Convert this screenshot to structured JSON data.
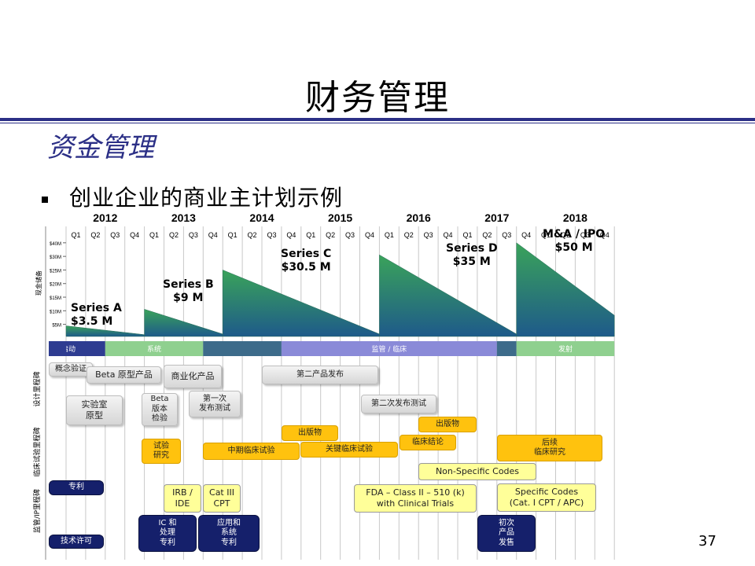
{
  "slide": {
    "title": "财务管理",
    "subtitle": "资金管理",
    "bullet": "创业企业的商业主计划示例",
    "page_number": "37"
  },
  "timeline": {
    "years": [
      "2012",
      "2013",
      "2014",
      "2015",
      "2016",
      "2017",
      "2018"
    ],
    "quarters": [
      "Q1",
      "Q2",
      "Q3",
      "Q4"
    ],
    "y_axis_label": "现金储备",
    "y_ticks": [
      "$5M",
      "$10M",
      "$15M",
      "$20M",
      "$25M",
      "$30M",
      "$40M"
    ]
  },
  "funding": [
    {
      "round": "Series A",
      "amount": "$3.5 M",
      "start_quarter": 0,
      "end_quarter": 4,
      "peak": 3.5
    },
    {
      "round": "Series B",
      "amount": "$9 M",
      "start_quarter": 4,
      "end_quarter": 8,
      "peak": 9
    },
    {
      "round": "Series C",
      "amount": "$30.5 M",
      "start_quarter": 8,
      "end_quarter": 16,
      "peak": 22
    },
    {
      "round": "Series D",
      "amount": "$35 M",
      "start_quarter": 16,
      "end_quarter": 23,
      "peak": 27
    },
    {
      "round": "M&A / IPO",
      "amount": "$50 M",
      "start_quarter": 23,
      "end_quarter": 28,
      "peak": 31
    }
  ],
  "phase_bar": [
    {
      "label": "启动",
      "start_quarter": 0,
      "end_quarter": 2,
      "color": "#2e3c91"
    },
    {
      "label": "系统",
      "start_quarter": 2,
      "end_quarter": 7,
      "color": "#8fd08f"
    },
    {
      "label": "",
      "start_quarter": 7,
      "end_quarter": 11,
      "color": "#3d6b8a"
    },
    {
      "label": "监管 / 临床",
      "start_quarter": 11,
      "end_quarter": 22,
      "color": "#8a8ad8"
    },
    {
      "label": "",
      "start_quarter": 22,
      "end_quarter": 23,
      "color": "#3d6b8a"
    },
    {
      "label": "发射",
      "start_quarter": 23,
      "end_quarter": 28,
      "color": "#8fd08f"
    }
  ],
  "row_labels": [
    "设计里程碑",
    "临床试验里程碑",
    "监管/IP里程碑"
  ],
  "milestones": {
    "concept": "概念验证",
    "beta_product": "Beta 原型产品",
    "commercial": "商业化产品",
    "second_launch": "第二产品发布",
    "lab_prototype": "实验室\n原型",
    "beta_check": "Beta\n版本\n检验",
    "first_release_test": "第一次\n发布测试",
    "second_release_test": "第二次发布测试",
    "publication_1": "出版物",
    "publication_2": "出版物",
    "trial_study": "试验\n研究",
    "mid_clinical": "中期临床试验",
    "key_clinical": "关键临床试验",
    "clinical_conclusion": "临床结论",
    "followup_clinical": "后续\n临床研究",
    "non_specific_codes": "Non-Specific Codes",
    "patent": "专利",
    "irb_ide": "IRB /\nIDE",
    "cat_iii": "Cat III\nCPT",
    "fda": "FDA – Class II – 510 (k)\nwith Clinical Trials",
    "specific_codes": "Specific Codes\n(Cat. I CPT / APC)",
    "ic_patent": "IC 和\n处理\n专利",
    "app_patent": "应用和\n系统\n专利",
    "initial_product": "初次\n产品\n发售",
    "tech_license": "技术许可"
  },
  "colors": {
    "navy": "#15206b",
    "rule": "#2b2f86",
    "green_top": "#3aa35a",
    "green_bottom": "#1e5a8a",
    "yellow": "#ffc20e",
    "light_yellow": "#ffff99"
  }
}
